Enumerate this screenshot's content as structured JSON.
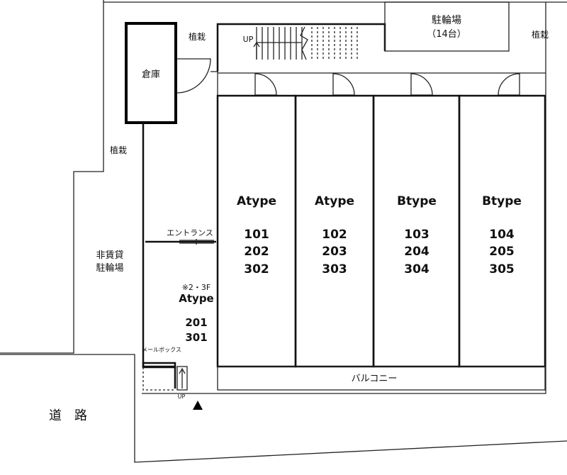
{
  "site": {
    "storage": "倉庫",
    "planting_top": "植栽",
    "planting_right": "植栽",
    "planting_left": "植栽",
    "bike_parking": "駐輪場",
    "bike_parking_capacity": "（14台）",
    "stairs_up": "UP",
    "entry_stairs_up": "UP",
    "non_rental_line1": "非賃貸",
    "non_rental_line2": "駐輪場",
    "entrance": "エントランス",
    "mailbox": "メールボックス",
    "balcony": "バルコニー",
    "road": "道　路"
  },
  "units": [
    {
      "type": "Atype",
      "rooms": [
        "101",
        "202",
        "302"
      ]
    },
    {
      "type": "Atype",
      "rooms": [
        "102",
        "203",
        "303"
      ]
    },
    {
      "type": "Btype",
      "rooms": [
        "103",
        "204",
        "304"
      ]
    },
    {
      "type": "Btype",
      "rooms": [
        "104",
        "205",
        "305"
      ]
    }
  ],
  "corner_unit": {
    "note": "※2・3F",
    "type": "Atype",
    "rooms": [
      "201",
      "301"
    ]
  }
}
